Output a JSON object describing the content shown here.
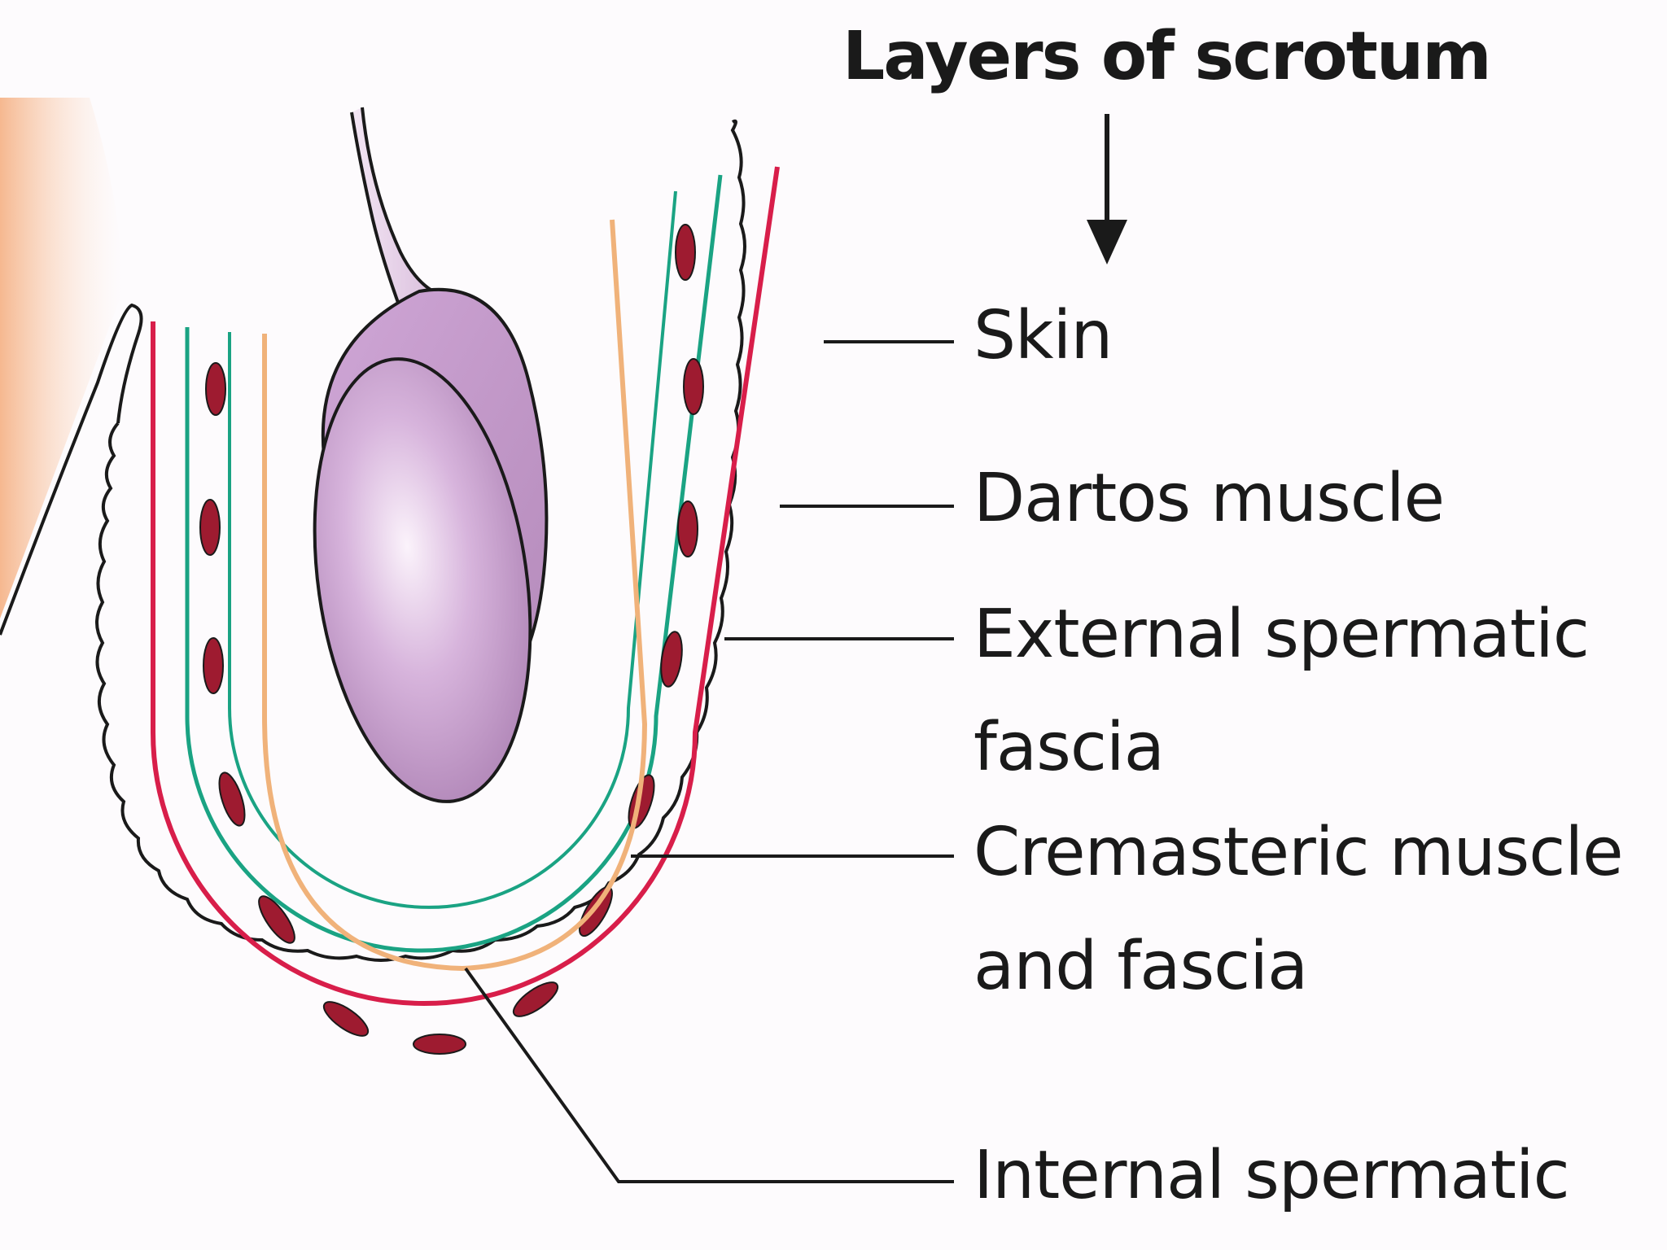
{
  "title": "Layers of scrotum",
  "labels": {
    "skin": "Skin",
    "dartos": "Dartos muscle",
    "external_1": "External spermatic",
    "external_2": "fascia",
    "cremasteric_1": "Cremasteric muscle",
    "cremasteric_2": "and fascia",
    "internal": "Internal spermatic"
  },
  "colors": {
    "dartos": "#d81e4a",
    "fascia": "#1aa383",
    "cremasteric_dots": "#9e1b30",
    "internal_fascia": "#f0b27a",
    "testis": "#d9b3dc",
    "skin_tone": "#f4b183"
  }
}
